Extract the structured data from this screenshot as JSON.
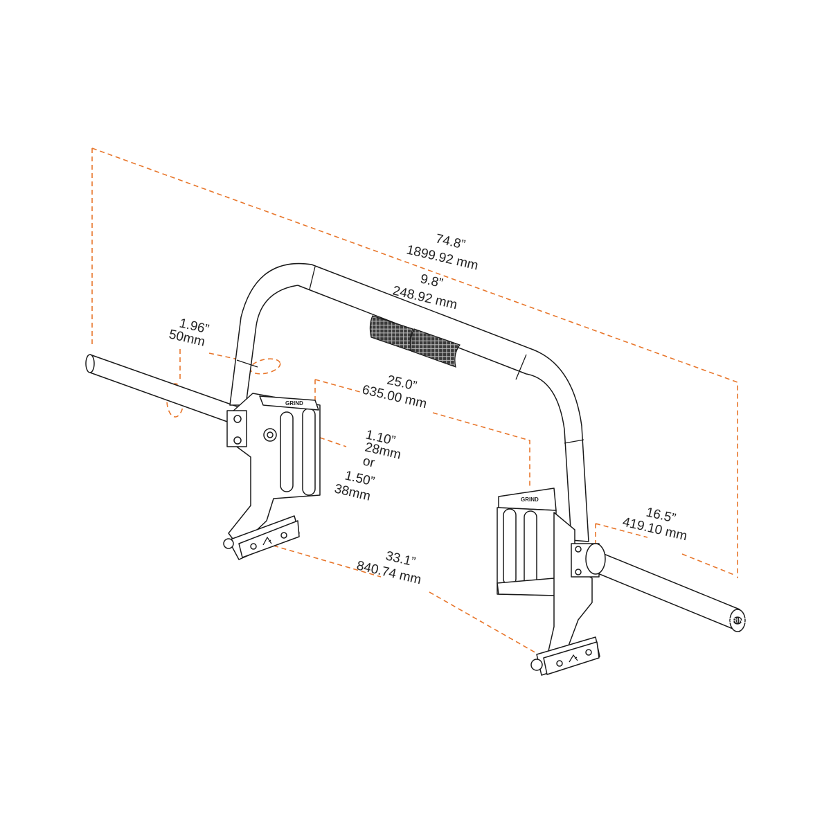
{
  "product": {
    "brand_mark": "GRIND",
    "logo_glyph": "mountain-logo"
  },
  "dimensions": {
    "overall_length": {
      "imperial": "74.8”",
      "metric": "1899.92 mm"
    },
    "knurl_length": {
      "imperial": "9.8”",
      "metric": "248.92 mm"
    },
    "sleeve_diameter": {
      "imperial": "1.96”",
      "metric": "50mm"
    },
    "handle_spacing": {
      "imperial": "25.0”",
      "metric": "635.00 mm"
    },
    "handle_diameter": {
      "option_a_imperial": "1.10”",
      "option_a_metric": "28mm",
      "separator": "or",
      "option_b_imperial": "1.50”",
      "option_b_metric": "38mm"
    },
    "base_width": {
      "imperial": "33.1”",
      "metric": "840.74 mm"
    },
    "sleeve_length": {
      "imperial": "16.5”",
      "metric": "419.10 mm"
    }
  },
  "colors": {
    "dimension_line": "#e8762b",
    "outline": "#1a1a1a",
    "background": "#ffffff"
  }
}
